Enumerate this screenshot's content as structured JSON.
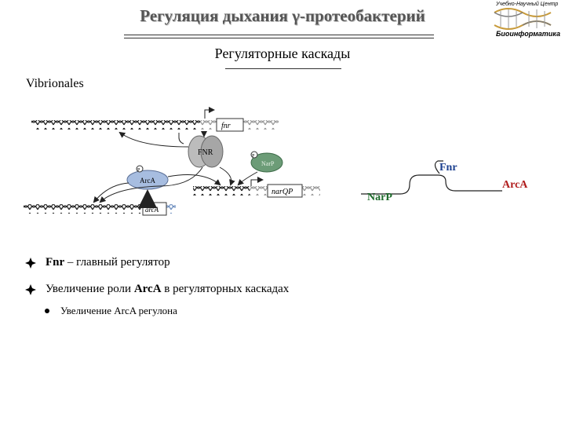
{
  "header": {
    "title": "Регуляция дыхания γ-протеобактерий",
    "subtitle": "Регуляторные каскады",
    "section": "Vibrionales"
  },
  "logo": {
    "top_text": "Учебно-Научный Центр",
    "bottom_text": "Биоинформатика"
  },
  "diagram": {
    "gene_fnr": "fnr",
    "protein_fnr": "FNR",
    "protein_arca": "ArcA",
    "protein_narp": "NarP",
    "gene_arca": "arcA",
    "gene_narqp": "narQP",
    "phospho": "P"
  },
  "cascade": {
    "fnr": "Fnr",
    "narp": "NarP",
    "arca": "ArcA",
    "colors": {
      "fnr": "#1a3f8f",
      "narp": "#1e6b2c",
      "arca": "#b01c1c"
    }
  },
  "bullets": [
    {
      "prefix": "Fnr",
      "text": " – главный регулятор"
    },
    {
      "prefix": "",
      "text_before": "Увеличение роли ",
      "bold": "ArcA",
      "text_after": " в регуляторных каскадах"
    }
  ],
  "sub_bullets": [
    {
      "text": "Увеличение ArcA регулона"
    }
  ]
}
